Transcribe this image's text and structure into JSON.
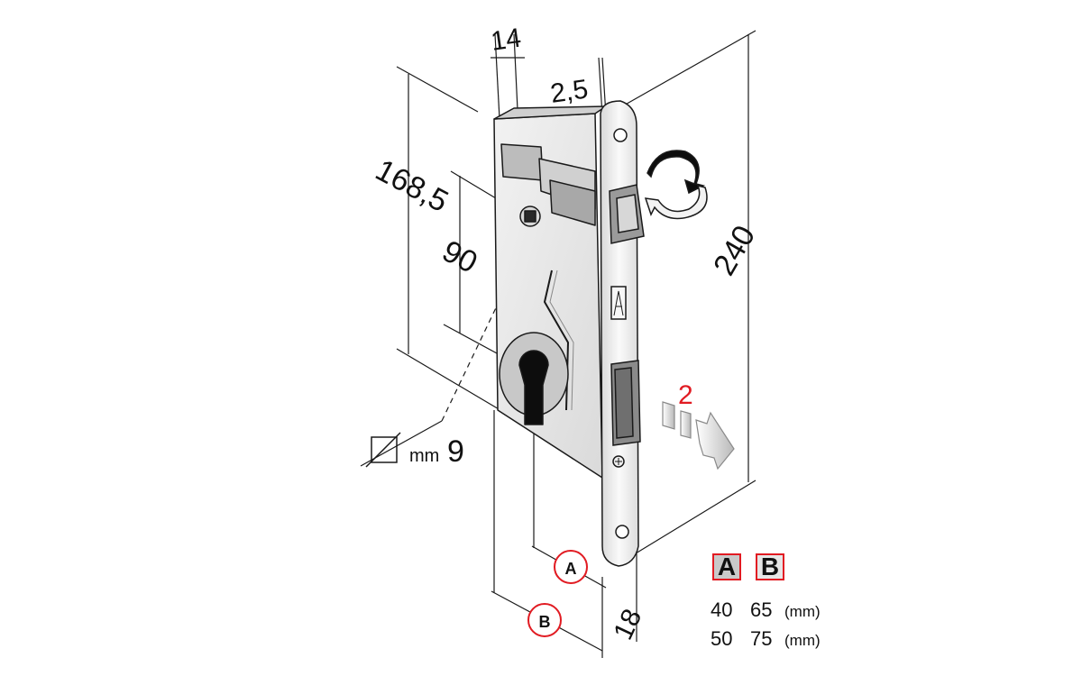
{
  "dimensions": {
    "width_14": "14",
    "faceplate_2_5": "2,5",
    "height_168_5": "168,5",
    "distance_90": "90",
    "length_240": "240",
    "square_spindle": "mm",
    "square_spindle_size": "9",
    "faceplate_18": "18",
    "marker_a": "A",
    "marker_b": "B",
    "arrow_number": "2"
  },
  "legend": {
    "header_a": "A",
    "header_b": "B",
    "rows": [
      {
        "a": "40",
        "b": "65",
        "unit": "(mm)"
      },
      {
        "a": "50",
        "b": "75",
        "unit": "(mm)"
      }
    ]
  },
  "colors": {
    "marker_red": "#e11b22",
    "arrow_red": "#e11b22",
    "body_grey": "#e8e8e8",
    "faceplate": "#f4f4f4",
    "outline": "#1a1a1a"
  }
}
